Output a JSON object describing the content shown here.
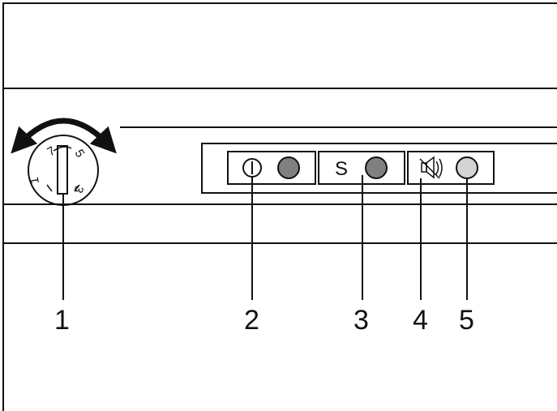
{
  "dial": {
    "marks": [
      "7",
      "5",
      "1",
      "3"
    ]
  },
  "buttons": [
    {
      "symbol": "on-off-icon"
    },
    {
      "symbol_text": "S"
    },
    {
      "symbol": "alarm-mute-icon"
    }
  ],
  "indicators": [
    {
      "color": "#808080"
    },
    {
      "color": "#808080"
    },
    {
      "color": "#d4d4d4"
    }
  ],
  "callouts": {
    "c1": "1",
    "c2": "2",
    "c3": "3",
    "c4": "4",
    "c5": "5"
  },
  "colors": {
    "line": "#111111",
    "background": "#ffffff",
    "lamp_dark": "#808080",
    "lamp_light": "#d4d4d4"
  }
}
